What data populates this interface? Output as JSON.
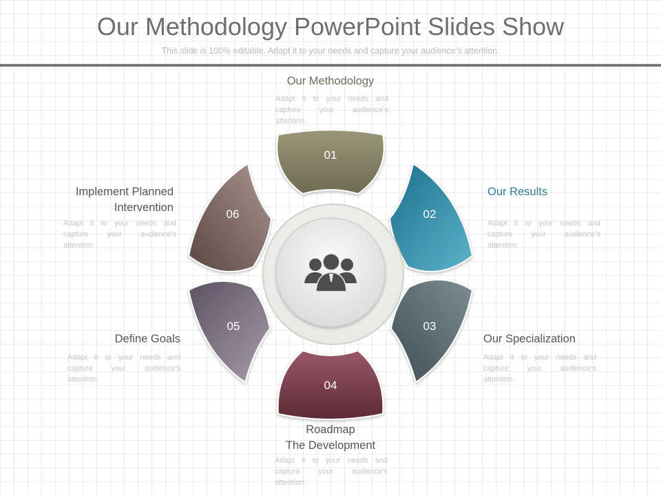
{
  "header": {
    "title": "Our Methodology PowerPoint Slides Show",
    "subtitle": "This slide is 100% editable. Adapt it to your needs and capture your audience’s attention."
  },
  "center": {
    "icon": "team-people-icon"
  },
  "steps": [
    {
      "number": "01",
      "label": "Our Methodology",
      "description": "Adapt it to your needs and capture your audience's attention.",
      "color": "#8a866a",
      "label_color": "#6e6c5c"
    },
    {
      "number": "02",
      "label": "Our Results",
      "description": "Adapt it to your needs and capture your audience's attention.",
      "color": "#2e8aa8",
      "label_color": "#2f7d96"
    },
    {
      "number": "03",
      "label": "Our Specialization",
      "description": "Adapt it to your needs and capture your audience's attention.",
      "color": "#4f6368",
      "label_color": "#555555"
    },
    {
      "number": "04",
      "label": "Roadmap\nThe Development",
      "description": "Adapt it to your needs and capture your audience's attention.",
      "color": "#7a3f4a",
      "label_color": "#555555"
    },
    {
      "number": "05",
      "label": "Define Goals",
      "description": "Adapt it to your needs and capture your audience's attention.",
      "color": "#6e6270",
      "label_color": "#555555"
    },
    {
      "number": "06",
      "label": "Implement Planned\nIntervention",
      "description": "Adapt it to your needs and capture your audience's attention.",
      "color": "#6e5a54",
      "label_color": "#555555"
    }
  ]
}
